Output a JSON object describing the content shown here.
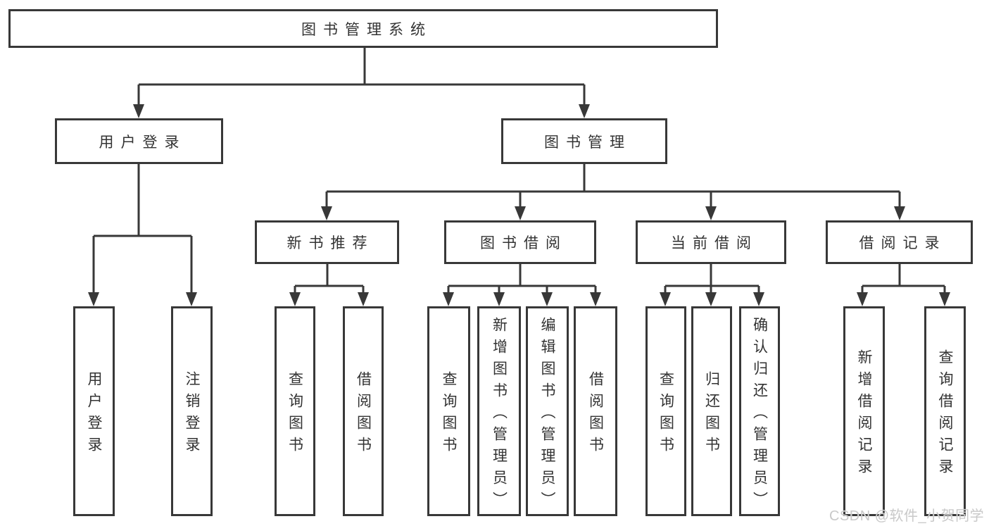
{
  "tree": {
    "label": "图书管理系统",
    "children": [
      {
        "label": "用户登录",
        "children": [
          {
            "label": "用户登录"
          },
          {
            "label": "注销登录"
          }
        ]
      },
      {
        "label": "图书管理",
        "children": [
          {
            "label": "新书推荐",
            "children": [
              {
                "label": "查询图书"
              },
              {
                "label": "借阅图书"
              }
            ]
          },
          {
            "label": "图书借阅",
            "children": [
              {
                "label": "查询图书"
              },
              {
                "label": "新增图书（管理员）"
              },
              {
                "label": "编辑图书（管理员）"
              },
              {
                "label": "借阅图书"
              }
            ]
          },
          {
            "label": "当前借阅",
            "children": [
              {
                "label": "查询图书"
              },
              {
                "label": "归还图书"
              },
              {
                "label": "确认归还（管理员）"
              }
            ]
          },
          {
            "label": "借阅记录",
            "children": [
              {
                "label": "新增借阅记录"
              },
              {
                "label": "查询借阅记录"
              }
            ]
          }
        ]
      }
    ]
  },
  "watermark": "CSDN @软件_小贺同学",
  "colors": {
    "line": "#383838",
    "border": "#383838",
    "text": "#333333",
    "watermark_text": "#c9c9c9",
    "background": "#ffffff"
  }
}
